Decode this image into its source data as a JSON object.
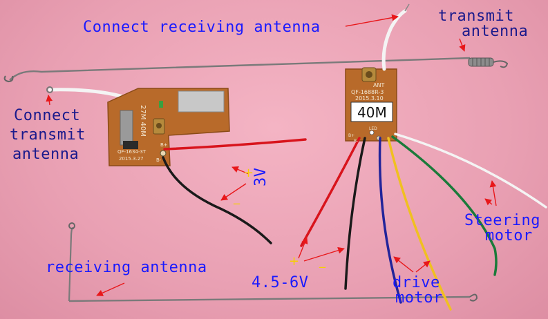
{
  "labels": {
    "connect_receiving_antenna": "Connect receiving antenna",
    "transmit_antenna_line1": "transmit",
    "transmit_antenna_line2": "antenna",
    "connect_transmit_line1": "Connect",
    "connect_transmit_line2": "transmit",
    "connect_transmit_line3": "antenna",
    "voltage_3v": "3V",
    "receiving_antenna": "receiving antenna",
    "voltage_range": "4.5-6V",
    "steering_line1": "Steering",
    "steering_line2": "motor",
    "drive_line1": "drive",
    "drive_line2": "motor"
  },
  "polarity": {
    "tx_plus": "+",
    "tx_minus": "_",
    "rx_plus": "+",
    "rx_minus": "_"
  },
  "transmitter_board": {
    "freq_label": "27M 40M",
    "model_text": "QF-1634-3T",
    "date_text": "2015.3.27",
    "pin_plus": "B+",
    "pin_minus": "B-"
  },
  "receiver_board": {
    "ant_text": "ANT",
    "model_text": "QF-1688R-3",
    "date_text": "2015.3.10",
    "freq_sticker": "40M",
    "led_text": "LED",
    "pin_b_plus": "B+",
    "pin_b_minus": "B-"
  },
  "colors": {
    "label_blue": "#1a1aff",
    "arrow_red": "#e8171a",
    "background_pink": "#eeaabb",
    "pcb_brown": "#b86a2a",
    "wire_red": "#d8141c",
    "wire_black": "#1a1a1a",
    "wire_blue": "#22249a",
    "wire_yellow": "#f0c020",
    "wire_green": "#1b7a3a",
    "wire_white": "#f5f5f5"
  }
}
